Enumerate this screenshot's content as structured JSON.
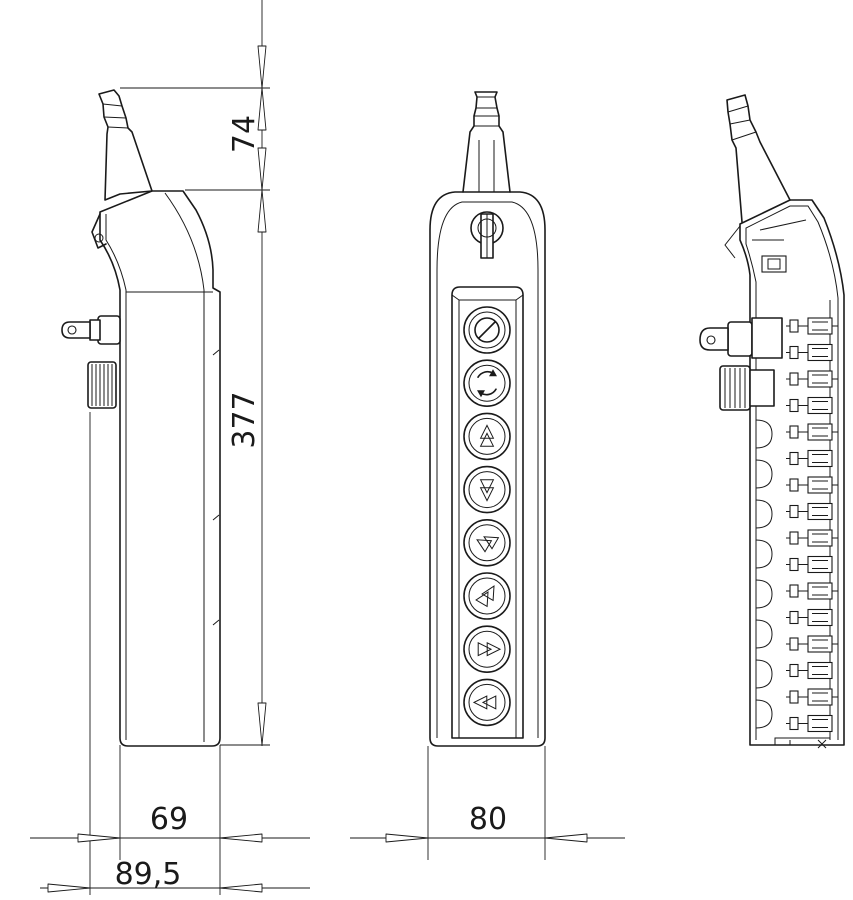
{
  "dimensions": {
    "cable_gland_height": "74",
    "body_height": "377",
    "body_depth": "69",
    "overall_depth": "89,5",
    "body_width": "80"
  },
  "buttons": [
    {
      "symbol": "emergency-stop"
    },
    {
      "symbol": "rotate"
    },
    {
      "symbol": "arrow-up"
    },
    {
      "symbol": "arrow-down"
    },
    {
      "symbol": "arrow-left"
    },
    {
      "symbol": "arrow-right"
    },
    {
      "symbol": "double-arrow-right"
    },
    {
      "symbol": "double-arrow-left"
    }
  ],
  "colors": {
    "line": "#1a1a1a",
    "background": "#ffffff"
  }
}
